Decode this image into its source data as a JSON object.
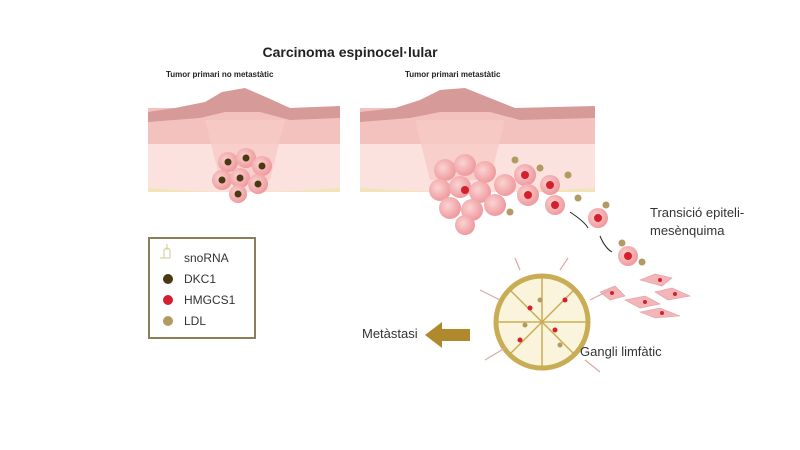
{
  "title": "Carcinoma espinocel·lular",
  "panels": {
    "left_label": "Tumor primari no metastàtic",
    "right_label": "Tumor primari metastàtic"
  },
  "legend": [
    {
      "label": "snoRNA",
      "icon": "snorna-icon",
      "color": "#d8d2a8"
    },
    {
      "label": "DKC1",
      "icon": "dkc1-icon",
      "color": "#4a3a12"
    },
    {
      "label": "HMGCS1",
      "icon": "hmgcs1-icon",
      "color": "#d4202e"
    },
    {
      "label": "LDL",
      "icon": "ldl-icon",
      "color": "#b39a62"
    }
  ],
  "labels": {
    "emt_line1": "Transició epiteli-",
    "emt_line2": "mesènquima",
    "metastasis": "Metàstasi",
    "lymph_node": "Gangli limfàtic"
  }
}
